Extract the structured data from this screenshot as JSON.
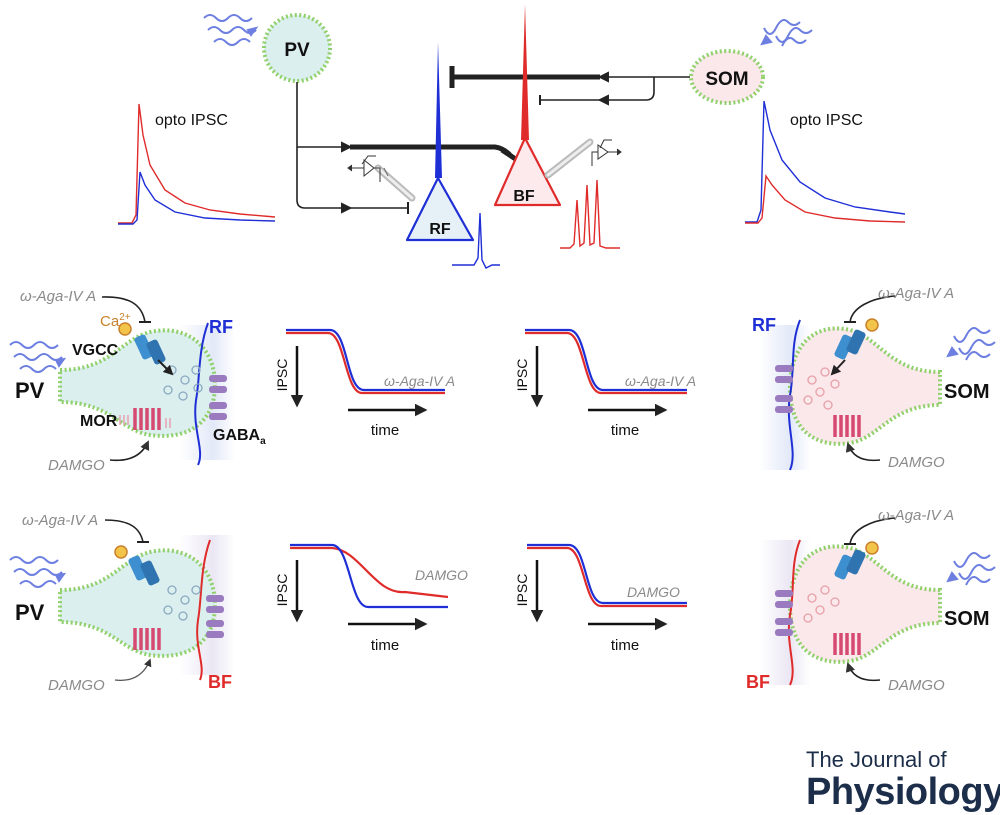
{
  "colors": {
    "rf_blue": "#1f2fd6",
    "bf_red": "#e02b2b",
    "pv_fill": "#dcefef",
    "som_fill": "#fbe8ea",
    "dotted_membrane": "#8fd06a",
    "gray_label": "#8a8a8a",
    "ca_orange": "#c9812a",
    "vgcc_blue": "#3d8fd0",
    "mor_pink": "#d64a72",
    "gaba_purple": "#9a7bc0"
  },
  "icons": [
    "light-wave-icon",
    "patch-pipette-icon",
    "amplifier-icon",
    "vgcc-channel-icon",
    "mor-receptor-icon",
    "gaba-receptor-icon",
    "calcium-ion-icon",
    "vesicle-icon"
  ],
  "circuit": {
    "pv_label": "PV",
    "som_label": "SOM",
    "rf_label": "RF",
    "bf_label": "BF",
    "opto_left": "opto IPSC",
    "opto_right": "opto IPSC"
  },
  "panels": {
    "drug_aga": "ω-Aga-IV A",
    "drug_damgo": "DAMGO",
    "ca_label": "Ca",
    "ca_sup": "2+",
    "vgcc_label": "VGCC",
    "mor_label": "MOR",
    "gaba_label": "GABA",
    "gaba_sub": "a",
    "pv_label": "PV",
    "som_label": "SOM",
    "rf_label": "RF",
    "bf_label": "BF"
  },
  "plots": {
    "ylabel": "IPSC",
    "xlabel": "time",
    "p1_drug": "ω-Aga-IV A",
    "p2_drug": "ω-Aga-IV A",
    "p3_drug": "DAMGO",
    "p4_drug": "DAMGO"
  },
  "journal": {
    "line1": "The Journal of",
    "line2": "Physiology"
  }
}
